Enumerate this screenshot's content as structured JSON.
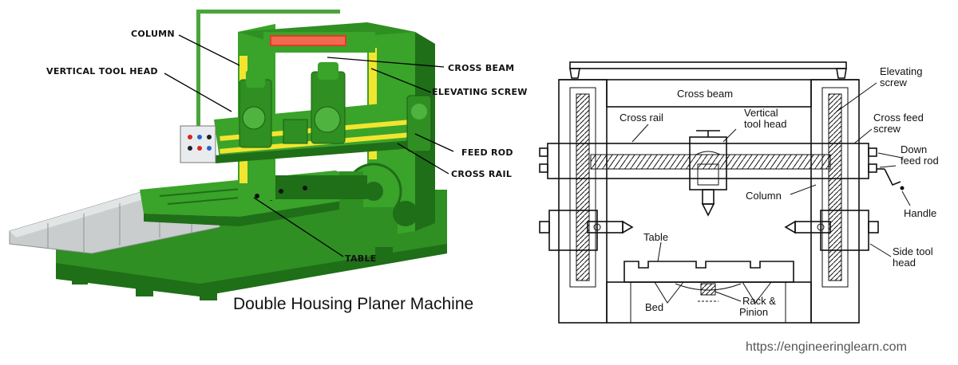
{
  "photo": {
    "labels": {
      "column": "COLUMN",
      "vertical_tool_head": "VERTICAL TOOL HEAD",
      "cross_beam": "CROSS BEAM",
      "elevating_screw": "ELEVATING SCREW",
      "feed_rod": "FEED ROD",
      "cross_rail": "CROSS RAIL",
      "table": "TABLE"
    },
    "caption": "Double Housing Planer Machine",
    "colors": {
      "machine_green": "#3aa32a",
      "dark_green": "#1f6e18",
      "yellow_guides": "#f2e530",
      "bed_gray": "#bfc3c3"
    }
  },
  "schematic": {
    "labels": {
      "elevating_screw": [
        "Elevating",
        "screw"
      ],
      "cross_beam": "Cross beam",
      "cross_rail": "Cross rail",
      "vertical_tool_head": [
        "Vertical",
        "tool head"
      ],
      "cross_feed_screw": [
        "Cross feed",
        "screw"
      ],
      "down_feed_rod": [
        "Down",
        "feed rod"
      ],
      "column": "Column",
      "handle": "Handle",
      "table": "Table",
      "side_tool_head": [
        "Side tool",
        "head"
      ],
      "rack_pinion": [
        "Rack &",
        "Pinion"
      ],
      "bed": "Bed"
    }
  },
  "source_url": "https://engineeringlearn.com"
}
